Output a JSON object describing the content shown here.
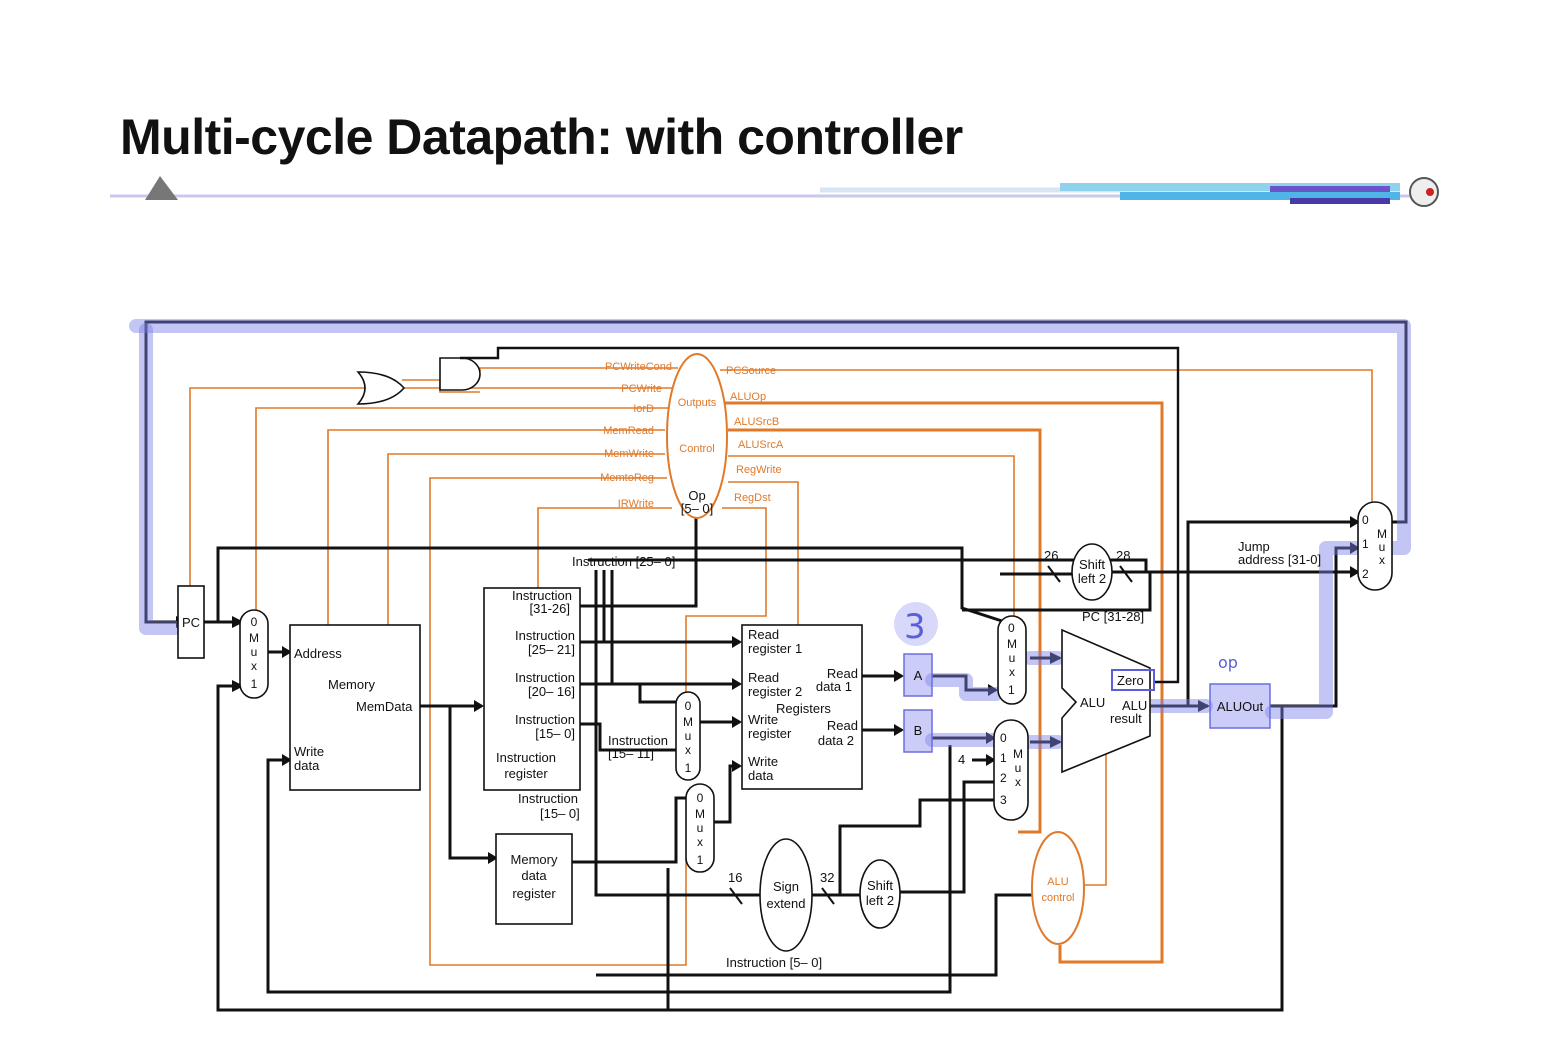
{
  "title": "Multi-cycle Datapath: with controller",
  "control": {
    "outputs_label": "Outputs",
    "control_label": "Control",
    "op_label": "Op",
    "op_bits": "[5– 0]",
    "left_signals": [
      "PCWriteCond",
      "PCWrite",
      "IorD",
      "MemRead",
      "MemWrite",
      "MemtoReg",
      "IRWrite"
    ],
    "right_signals": [
      "PCSource",
      "ALUOp",
      "ALUSrcB",
      "ALUSrcA",
      "RegWrite",
      "RegDst"
    ]
  },
  "components": {
    "pc": "PC",
    "memory": {
      "address": "Address",
      "title": "Memory",
      "memdata": "MemData",
      "write_data_1": "Write",
      "write_data_2": "data"
    },
    "instr_reg": {
      "f1a": "Instruction",
      "f1b": "[31-26]",
      "f2a": "Instruction",
      "f2b": "[25– 21]",
      "f3a": "Instruction",
      "f3b": "[20– 16]",
      "f4a": "Instruction",
      "f4b": "[15– 0]",
      "name1": "Instruction",
      "name2": "register"
    },
    "mdr": {
      "l1": "Memory",
      "l2": "data",
      "l3": "register"
    },
    "registers": {
      "rr1a": "Read",
      "rr1b": "register 1",
      "rr2a": "Read",
      "rr2b": "register 2",
      "title": "Registers",
      "wra": "Write",
      "wrb": "register",
      "wda": "Write",
      "wdb": "data",
      "rd1a": "Read",
      "rd1b": "data 1",
      "rd2a": "Read",
      "rd2b": "data 2"
    },
    "reg_a": "A",
    "reg_b": "B",
    "alu": {
      "name": "ALU",
      "zero": "Zero",
      "res1": "ALU",
      "res2": "result"
    },
    "aluout": "ALUOut",
    "alu_control": {
      "l1": "ALU",
      "l2": "control"
    },
    "sign_extend": {
      "l1": "Sign",
      "l2": "extend"
    },
    "shift_left_1": {
      "l1": "Shift",
      "l2": "left 2"
    },
    "shift_left_2": {
      "l1": "Shift",
      "l2": "left 2"
    },
    "mux_letters": [
      "M",
      "u",
      "x"
    ]
  },
  "wire_labels": {
    "instr_25_0": "Instruction [25– 0]",
    "instr_15_11a": "Instruction",
    "instr_15_11b": "[15– 11]",
    "instr_15_0a": "Instruction",
    "instr_15_0b": "[15– 0]",
    "instr_5_0": "Instruction [5– 0]",
    "pc_31_28": "PC [31-28]",
    "jump_1": "Jump",
    "jump_2": "address [31-0]",
    "w26": "26",
    "w28": "28",
    "w16": "16",
    "w32": "32",
    "four": "4"
  },
  "annotations": {
    "three": "3",
    "op": "op"
  },
  "colors": {
    "control": "#e07a2a",
    "datapath": "#111111",
    "highlight": "#7b7fe6"
  }
}
